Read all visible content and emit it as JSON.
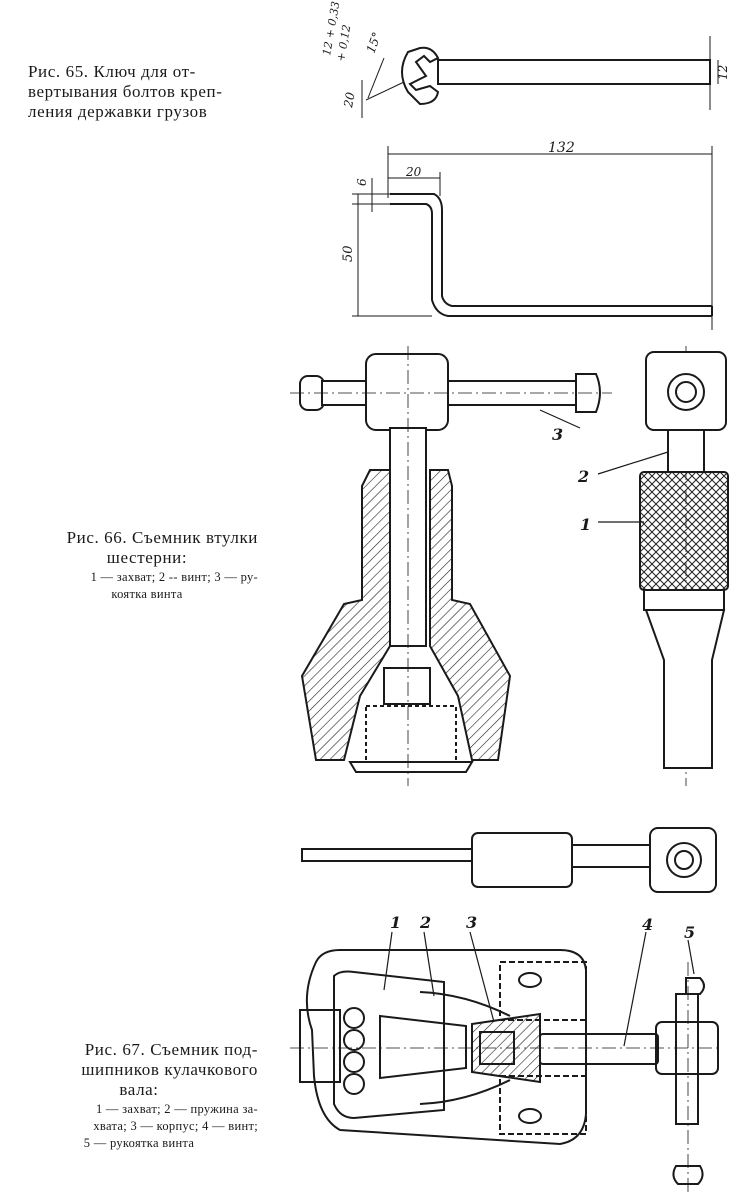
{
  "fig65": {
    "caption_lines": [
      "Рис. 65. Ключ для от-",
      "вертывания болтов креп-",
      "ления державки грузов"
    ],
    "dims": {
      "tol": "12 + 0,33",
      "tol2": "+ 0,12",
      "angle": "15°",
      "jaw_width": "20",
      "shaft_dia": "12",
      "length": "132",
      "offset": "20",
      "bend": "6",
      "height": "50"
    }
  },
  "fig66": {
    "caption_lines": [
      "Рис. 66. Съемник втулки",
      "шестерни:"
    ],
    "legend_lines": [
      "1 — захват; 2 -- винт; 3 — ру-",
      "коятка винта"
    ],
    "labels": [
      "1",
      "2",
      "3"
    ]
  },
  "fig67": {
    "caption_lines": [
      "Рис. 67. Съемник под-",
      "шипников кулачкового",
      "вала:"
    ],
    "legend_lines": [
      "1 — захват; 2 — пружина за-",
      "хвата; 3 — корпус; 4 — винт;",
      "5 — рукоятка винта"
    ],
    "labels": [
      "1",
      "2",
      "3",
      "4",
      "5"
    ]
  }
}
